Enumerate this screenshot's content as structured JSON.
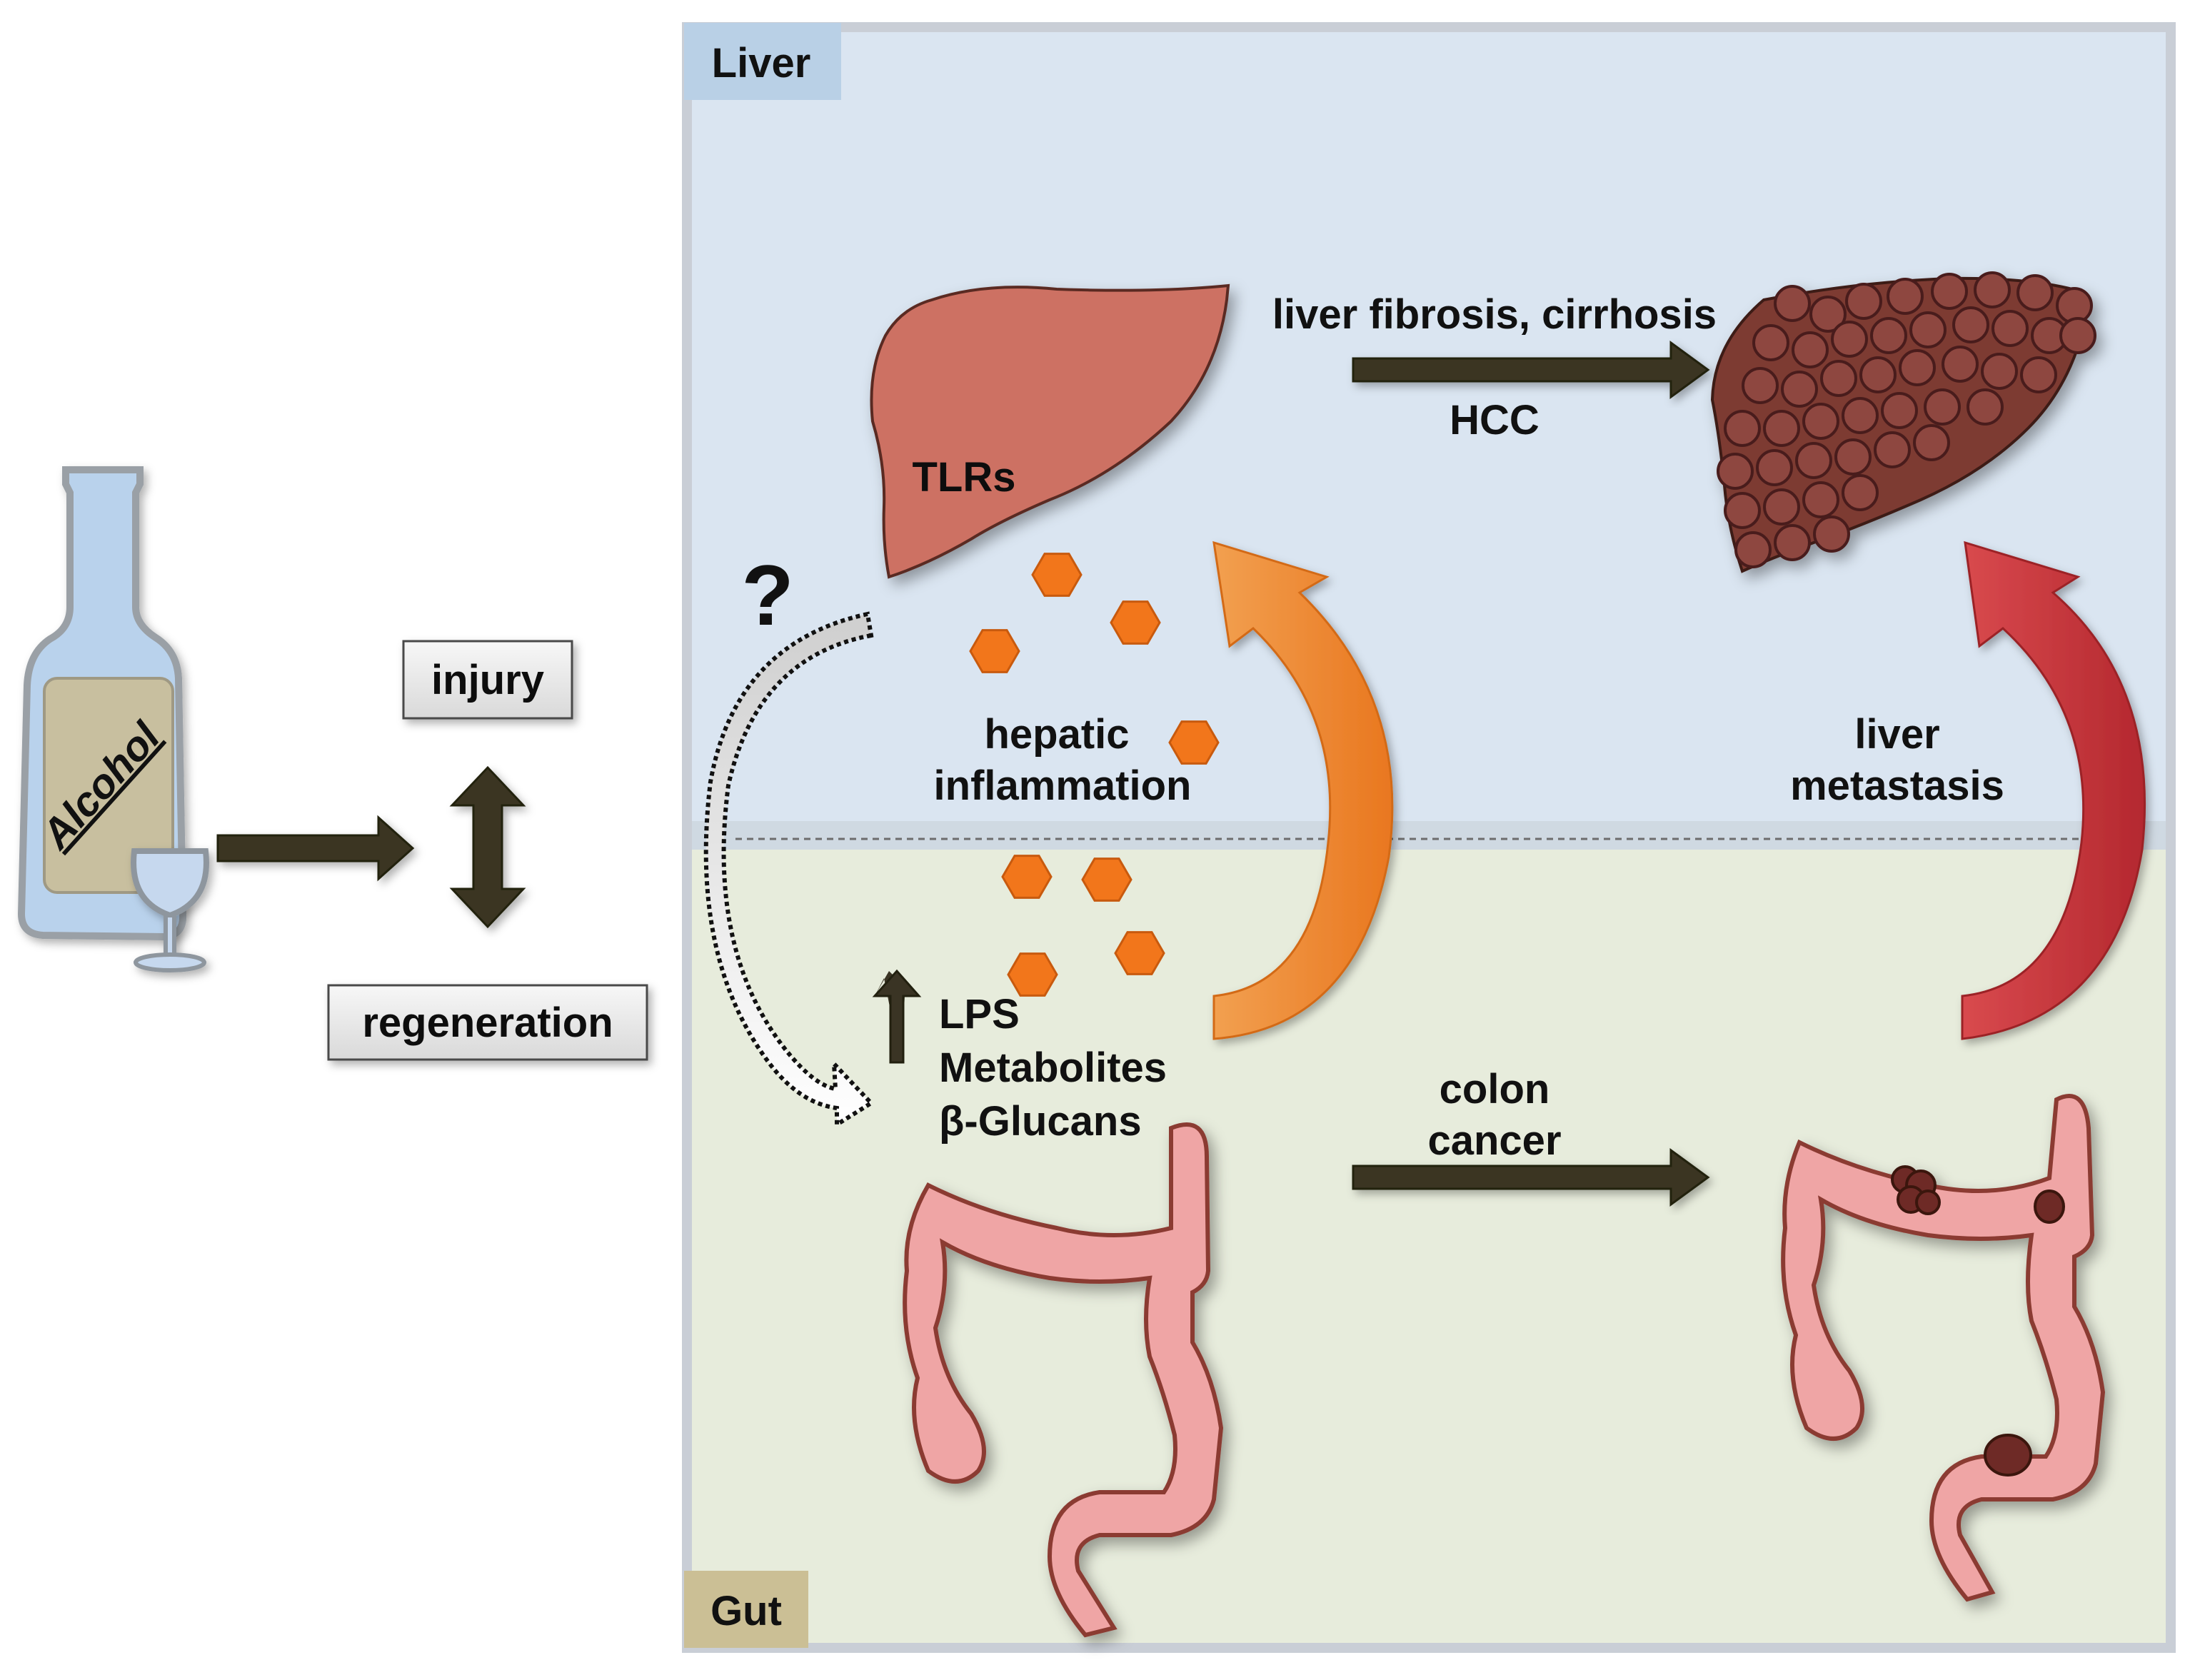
{
  "zones": {
    "liver": "Liver",
    "gut": "Gut"
  },
  "left": {
    "alcohol_label": "Alcohol",
    "injury_label": "injury",
    "regeneration_label": "regeneration"
  },
  "liver_organ": {
    "receptor_label": "TLRs"
  },
  "question_mark": "?",
  "progression_top": {
    "above": "liver fibrosis, cirrhosis",
    "below": "HCC"
  },
  "hepatic_inflammation": [
    "hepatic",
    "inflammation"
  ],
  "liver_metastasis": [
    "liver",
    "metastasis"
  ],
  "gut_factors": [
    "LPS",
    "Metabolites",
    "β-Glucans"
  ],
  "colon_cancer": [
    "colon",
    "cancer"
  ],
  "colors": {
    "liver_bg": "#dae5f1",
    "gut_bg": "#e7ecdc",
    "liver_tag": "#b9d0e6",
    "gut_tag": "#cbbf95",
    "healthy_liver": "#cd7163",
    "diseased_liver": "#7d3a33",
    "colon": "#efa5a5",
    "hexagon": "#f2761b",
    "orange_arrow": "#ef8a2c",
    "red_arrow": "#c4393e",
    "dark_arrow": "#3a3424"
  }
}
